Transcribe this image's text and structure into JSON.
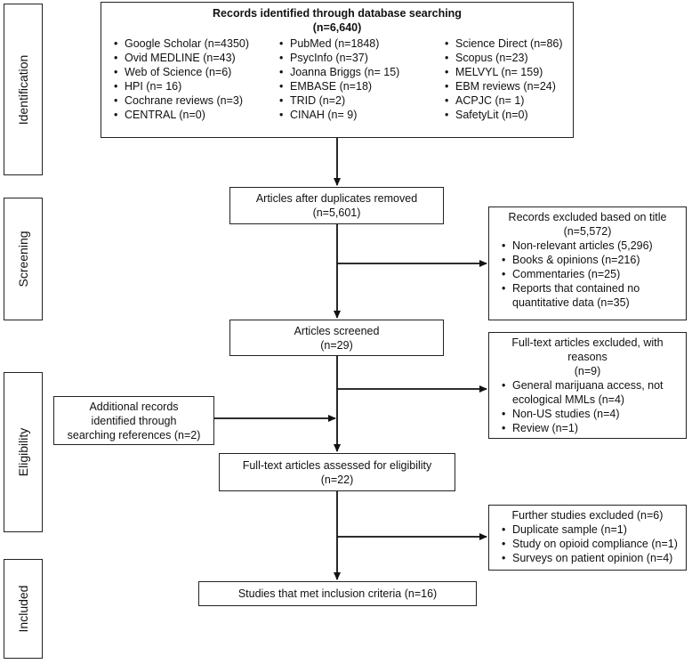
{
  "stages": {
    "identification": "Identification",
    "screening": "Screening",
    "eligibility": "Eligibility",
    "included": "Included"
  },
  "identified": {
    "title": "Records identified through database searching",
    "count": "(n=6,640)",
    "sources": [
      "Google Scholar (n=4350)",
      "PubMed (n=1848)",
      "Science Direct (n=86)",
      "Ovid MEDLINE (n=43)",
      "PsycInfo (n=37)",
      "Scopus (n=23)",
      "Web of Science (n=6)",
      "Joanna Briggs (n= 15)",
      "MELVYL (n= 159)",
      "HPI (n= 16)",
      "EMBASE (n=18)",
      "EBM reviews (n=24)",
      "Cochrane reviews (n=3)",
      "TRID (n=2)",
      "ACPJC (n= 1)",
      "CENTRAL (n=0)",
      "CINAH (n= 9)",
      "SafetyLit (n=0)"
    ]
  },
  "after_duplicates": {
    "line1": "Articles after duplicates removed",
    "line2": "(n=5,601)"
  },
  "excluded_title": {
    "line1": "Records excluded based on title",
    "line2": "(n=5,572)",
    "items": [
      "Non-relevant articles (5,296)",
      "Books & opinions  (n=216)",
      "Commentaries (n=25)",
      "Reports that contained no"
    ],
    "continuation": "quantitative data (n=35)"
  },
  "screened": {
    "line1": "Articles screened",
    "line2": "(n=29)"
  },
  "excluded_fulltext": {
    "line1": "Full-text articles excluded, with",
    "line2": "reasons",
    "line3": "(n=9)",
    "item1a": "General marijuana access, not",
    "item1b": "ecological MMLs  (n=4)",
    "item2": "Non-US studies (n=4)",
    "item3": "Review (n=1)"
  },
  "additional": {
    "line1": "Additional records",
    "line2": "identified through",
    "line3": "searching references (n=2)"
  },
  "assessed": {
    "line1": "Full-text articles assessed for eligibility",
    "line2": "(n=22)"
  },
  "further_excluded": {
    "title": "Further studies excluded (n=6)",
    "items": [
      "Duplicate sample  (n=1)",
      "Study on opioid compliance (n=1)",
      "Surveys on patient opinion (n=4)"
    ]
  },
  "included": {
    "label": "Studies that met inclusion criteria (n=16)"
  }
}
